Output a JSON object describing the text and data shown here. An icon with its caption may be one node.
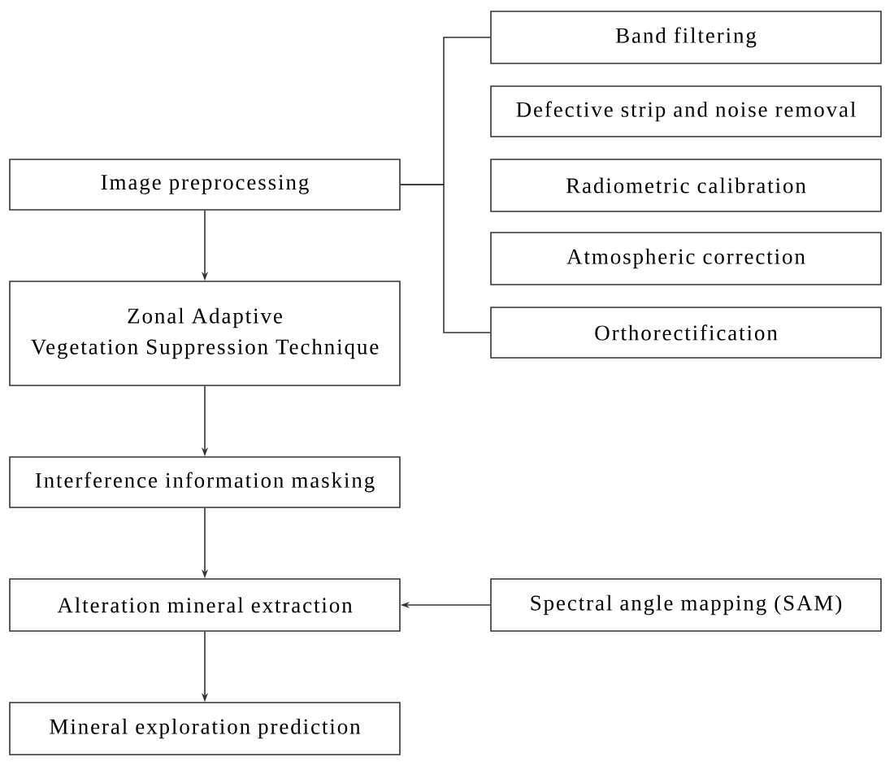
{
  "diagram": {
    "nodes": [
      {
        "text": [
          "Image preprocessing"
        ]
      },
      {
        "text": [
          "Band filtering"
        ]
      },
      {
        "text": [
          "Defective strip and noise removal"
        ]
      },
      {
        "text": [
          "Radiometric calibration"
        ]
      },
      {
        "text": [
          "Atmospheric correction"
        ]
      },
      {
        "text": [
          "Orthorectification"
        ]
      },
      {
        "text": [
          "Zonal Adaptive Vegetation Suppression Technique"
        ]
      },
      {
        "text": [
          "Interference information masking"
        ]
      },
      {
        "text": [
          "Alteration mineral extraction"
        ]
      },
      {
        "text": [
          "Spectral angle mapping (SAM)"
        ]
      },
      {
        "text": [
          "Mineral exploration prediction"
        ]
      }
    ],
    "edges": [
      {
        "from": 0,
        "to": 1,
        "arrow": "none"
      },
      {
        "from": 0,
        "to": 5,
        "arrow": "none"
      },
      {
        "from": 0,
        "to": 6,
        "arrow": "to"
      },
      {
        "from": 6,
        "to": 7,
        "arrow": "to"
      },
      {
        "from": 7,
        "to": 8,
        "arrow": "to"
      },
      {
        "from": 9,
        "to": 8,
        "arrow": "to"
      },
      {
        "from": 8,
        "to": 10,
        "arrow": "to"
      }
    ]
  }
}
